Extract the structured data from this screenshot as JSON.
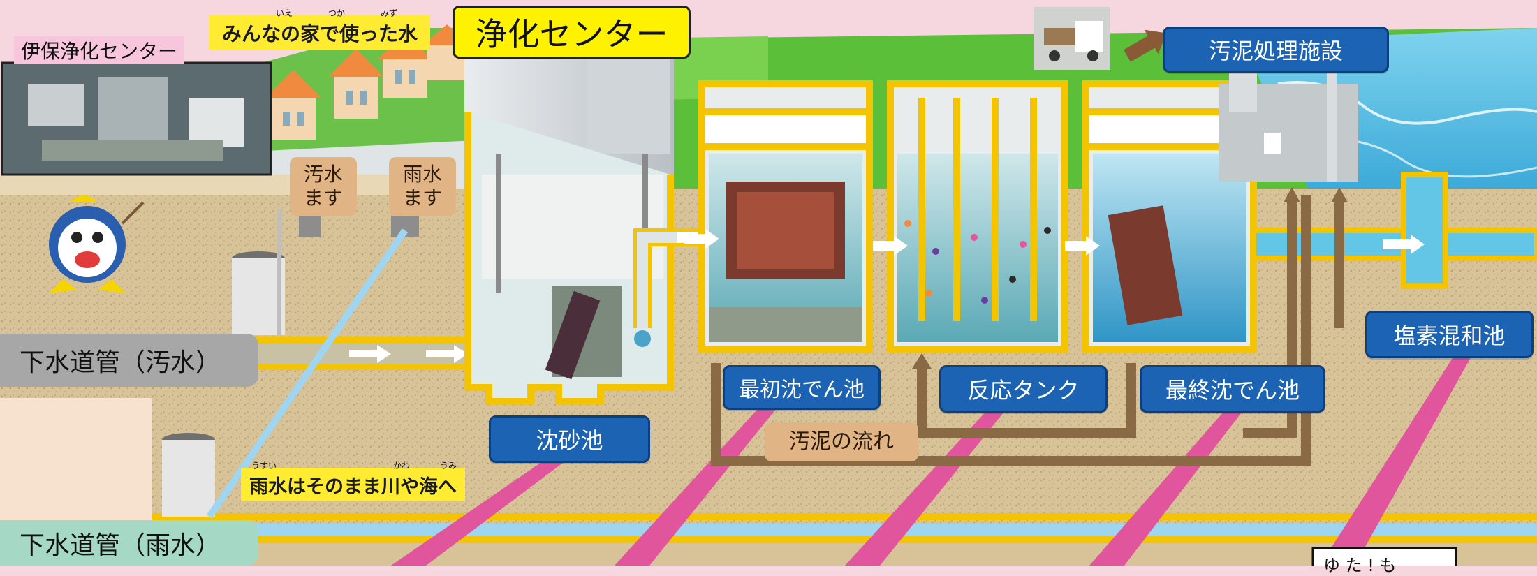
{
  "diagram": {
    "plant_photo_caption": "伊保浄化センター",
    "household_banner": "みんなの家で使った水",
    "center_title": "浄化センター",
    "sludge_facility": "汚泥処理施設",
    "sewage_inlet_box": "汚水\nます",
    "rain_inlet_box": "雨水\nます",
    "sewer_pipe_sewage": "下水道管（汚水）",
    "sewer_pipe_rain": "下水道管（雨水）",
    "grit_chamber": "沈砂池",
    "primary_settling": "最初沈でん池",
    "reaction_tank": "反応タンク",
    "final_settling": "最終沈でん池",
    "chlorine_tank": "塩素混和池",
    "sludge_flow": "汚泥の流れ",
    "rain_to_river": "雨水はそのまま川や海へ",
    "furigana": {
      "ie": "いえ",
      "tsuka": "つか",
      "mizu": "みず",
      "usui": "うすい",
      "kawa": "かわ",
      "umi": "うみ"
    },
    "corner_label_partial": "ゆ た ! も"
  },
  "colors": {
    "pink_bg": "#f7d7df",
    "grass": "#5cbf3a",
    "soil": "#d9c39a",
    "tank_outline": "#f5c400",
    "label_blue": "#1d63b3",
    "sludge_brown": "#8a6a44",
    "water_blue": "#63c6e6",
    "magenta_beam": "#e0559b"
  }
}
